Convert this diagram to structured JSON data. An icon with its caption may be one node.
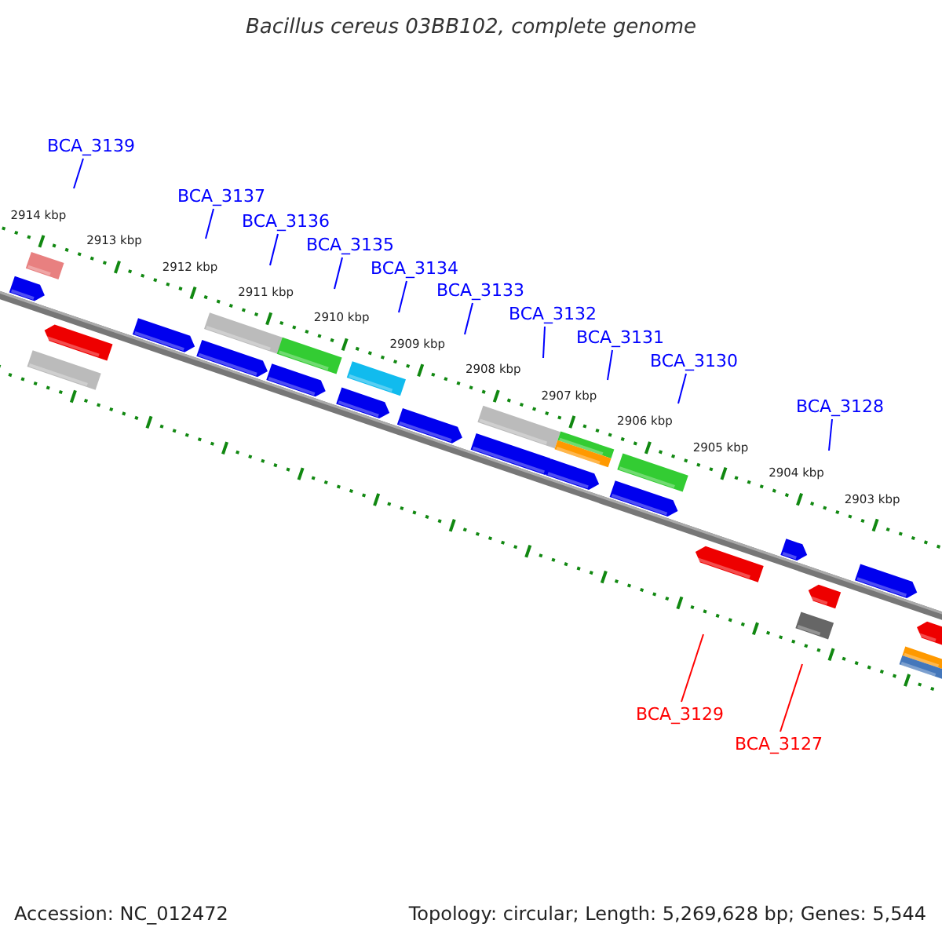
{
  "diagram": {
    "title": "Bacillus cereus 03BB102, complete genome",
    "nodes": [
      {
        "text": [
          "BCA_3139"
        ]
      },
      {
        "text": [
          "BCA_3137"
        ]
      },
      {
        "text": [
          "BCA_3136"
        ]
      },
      {
        "text": [
          "BCA_3135"
        ]
      },
      {
        "text": [
          "BCA_3134"
        ]
      },
      {
        "text": [
          "BCA_3133"
        ]
      },
      {
        "text": [
          "BCA_3132"
        ]
      },
      {
        "text": [
          "BCA_3131"
        ]
      },
      {
        "text": [
          "BCA_3130"
        ]
      },
      {
        "text": [
          "BCA_3128"
        ]
      },
      {
        "text": [
          "BCA_3129"
        ]
      },
      {
        "text": [
          "BCA_3127"
        ]
      }
    ],
    "edges": [
      {
        "from": 0,
        "to": null,
        "arrow": "none"
      },
      {
        "from": 1,
        "to": null,
        "arrow": "none"
      },
      {
        "from": 2,
        "to": null,
        "arrow": "none"
      },
      {
        "from": 3,
        "to": null,
        "arrow": "none"
      },
      {
        "from": 4,
        "to": null,
        "arrow": "none"
      },
      {
        "from": 5,
        "to": null,
        "arrow": "none"
      },
      {
        "from": 6,
        "to": null,
        "arrow": "none"
      },
      {
        "from": 7,
        "to": null,
        "arrow": "none"
      },
      {
        "from": 8,
        "to": null,
        "arrow": "none"
      },
      {
        "from": 9,
        "to": null,
        "arrow": "none"
      },
      {
        "from": 10,
        "to": null,
        "arrow": "none",
        "color": "#ff0000"
      },
      {
        "from": 11,
        "to": null,
        "arrow": "none",
        "color": "#ff0000"
      }
    ],
    "labels": [
      "2914 kbp",
      "2913 kbp",
      "2912 kbp",
      "2911 kbp",
      "2910 kbp",
      "2909 kbp",
      "2908 kbp",
      "2907 kbp",
      "2906 kbp",
      "2905 kbp",
      "2904 kbp",
      "2903 kbp",
      "Accession: NC_012472",
      "Topology: circular; Length: 5,269,628 bp; Genes: 5,544"
    ]
  }
}
